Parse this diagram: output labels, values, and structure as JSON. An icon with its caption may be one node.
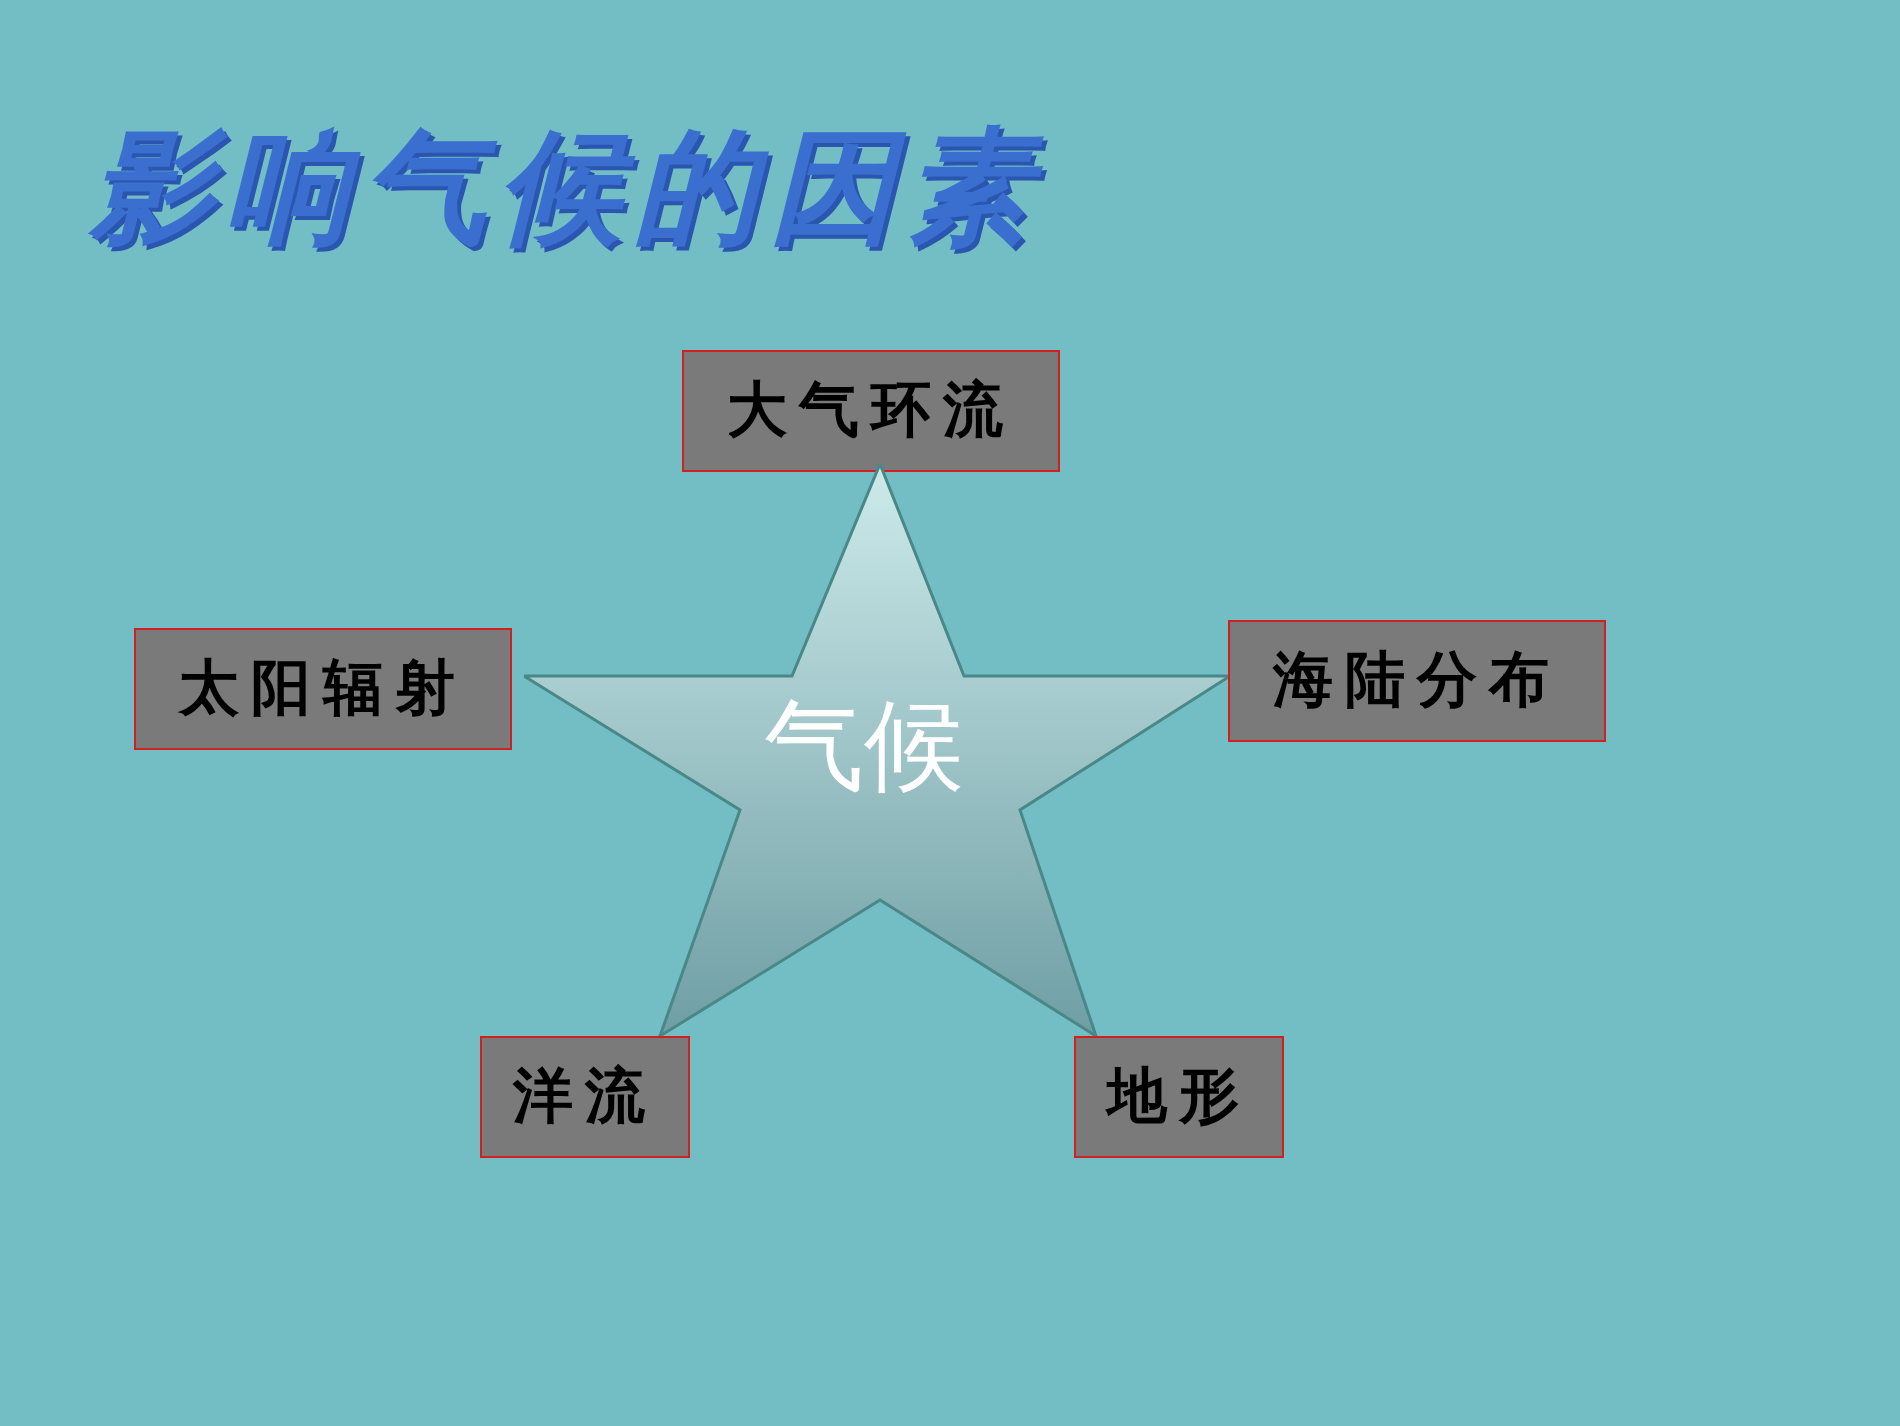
{
  "diagram": {
    "title": "影响气候的因素",
    "nodes": [
      {
        "text": [
          "大气环流"
        ]
      },
      {
        "text": [
          "太阳辐射"
        ]
      },
      {
        "text": [
          "气候"
        ]
      },
      {
        "text": [
          "海陆分布"
        ]
      },
      {
        "text": [
          "洋流"
        ]
      },
      {
        "text": [
          "地形"
        ]
      }
    ]
  }
}
